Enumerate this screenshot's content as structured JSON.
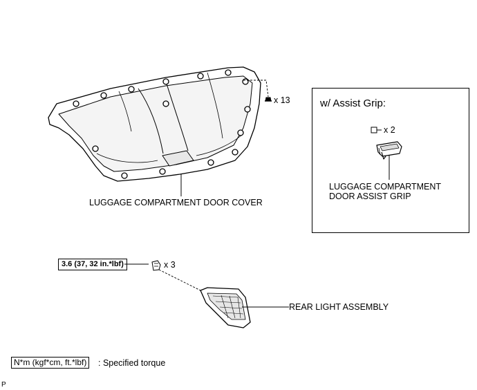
{
  "labels": {
    "clip_count": "x 13",
    "door_cover": "LUGGAGE COMPARTMENT DOOR COVER",
    "inset_title": "w/ Assist Grip:",
    "screw_count": "x 2",
    "grip_line1": "LUGGAGE COMPARTMENT",
    "grip_line2": "DOOR ASSIST GRIP",
    "torque_value": "3.6 (37, 32 in.*lbf)",
    "nut_count": "x 3",
    "rear_light": "REAR LIGHT ASSEMBLY",
    "legend_unit": "N*m (kgf*cm, ft.*lbf)",
    "legend_text": ": Specified torque",
    "corner_mark": "P"
  },
  "icons": [
    "clip-icon",
    "screw-icon",
    "nut-icon",
    "assist-grip-part",
    "door-cover-part",
    "rear-light-part"
  ]
}
